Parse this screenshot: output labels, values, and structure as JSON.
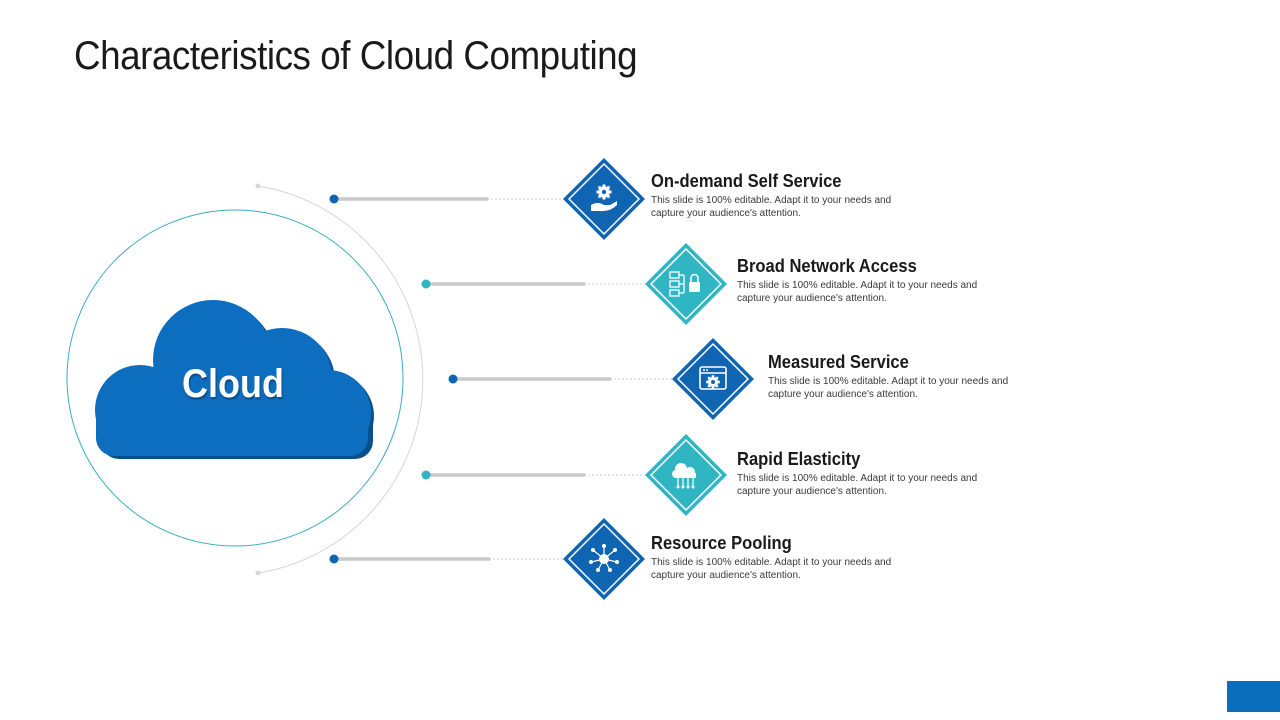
{
  "title": "Characteristics of Cloud Computing",
  "cloud_label": "Cloud",
  "colors": {
    "dark_blue": "#1065b3",
    "teal": "#30b5c2",
    "cloud_fill": "#0d6ec0",
    "ring": "#3aaec2",
    "connector": "#c9c9c9"
  },
  "items": [
    {
      "title": "On-demand Self Service",
      "desc": "This slide is 100% editable.  Adapt it to your needs and capture your audience's attention.",
      "icon": "hand-gear-icon",
      "color": "dark_blue"
    },
    {
      "title": "Broad Network Access",
      "desc": "This slide is 100% editable.  Adapt it to your needs and capture your audience's attention.",
      "icon": "network-lock-icon",
      "color": "teal"
    },
    {
      "title": "Measured Service",
      "desc": "This slide is 100% editable.  Adapt it to your needs and capture your audience's attention.",
      "icon": "browser-gear-icon",
      "color": "dark_blue"
    },
    {
      "title": "Rapid Elasticity",
      "desc": "This slide is 100% editable.  Adapt it to your needs and capture your audience's attention.",
      "icon": "cloud-network-icon",
      "color": "teal"
    },
    {
      "title": "Resource Pooling",
      "desc": "This slide is 100% editable.  Adapt it to your needs and capture your audience's attention.",
      "icon": "hub-nodes-icon",
      "color": "dark_blue"
    }
  ]
}
